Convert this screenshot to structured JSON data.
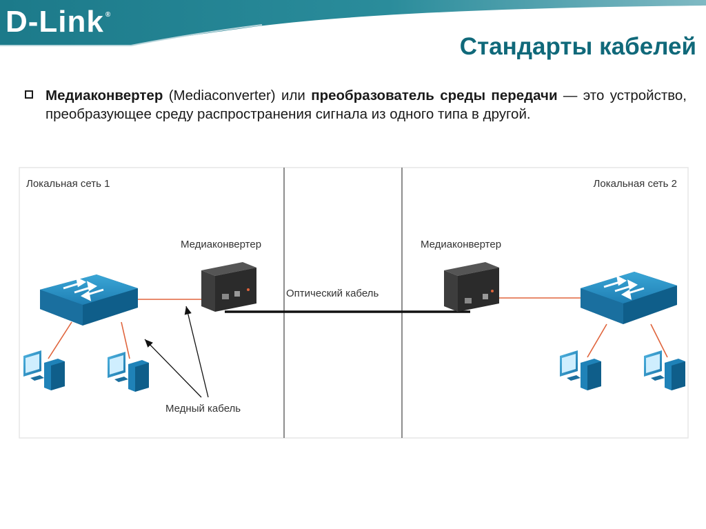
{
  "header": {
    "logo": "D-Link",
    "logo_mark": "®",
    "title": "Стандарты кабелей"
  },
  "bullet": {
    "term": "Медиаконвертер",
    "term_en": " (Mediaconverter) или ",
    "term2": "преобразователь среды передачи",
    "definition": " — это устройство, преобразующее среду распространения сигнала из одного типа в другой."
  },
  "diagram": {
    "lan1_label": "Локальная сеть 1",
    "lan2_label": "Локальная сеть 2",
    "converter_left_label": "Медиаконвертер",
    "converter_right_label": "Медиаконвертер",
    "fiber_label": "Оптический кабель",
    "copper_label": "Медный кабель"
  },
  "colors": {
    "header_teal": "#1f7e8e",
    "title_color": "#10697a",
    "switch_blue": "#1f8bc1",
    "copper_line": "#e0643c",
    "fiber_line": "#111111"
  }
}
